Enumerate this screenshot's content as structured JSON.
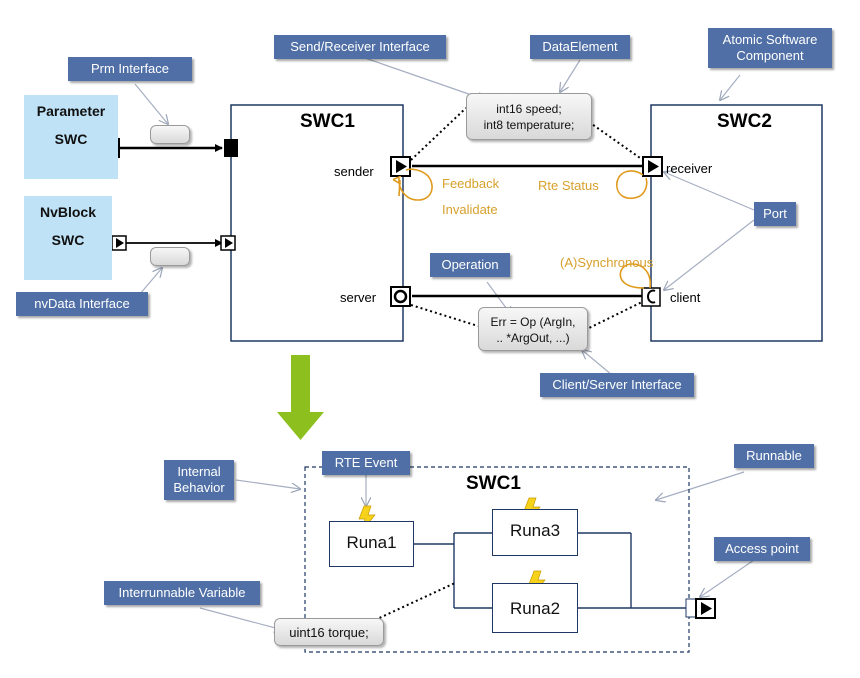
{
  "top": {
    "left_components": {
      "parameter": {
        "line1": "Parameter",
        "line2": "SWC"
      },
      "nvblock": {
        "line1": "NvBlock",
        "line2": "SWC"
      }
    },
    "labels": {
      "prm_interface": "Prm Interface",
      "nvdata_interface": "nvData Interface",
      "send_receiver_interface": "Send/Receiver Interface",
      "data_element": "DataElement",
      "atomic_software_component": "Atomic Software Component",
      "port": "Port",
      "operation": "Operation",
      "client_server_interface": "Client/Server Interface"
    },
    "swc1": {
      "title": "SWC1",
      "sender_label": "sender",
      "server_label": "server"
    },
    "swc2": {
      "title": "SWC2",
      "receiver_label": "receiver",
      "client_label": "client"
    },
    "data_element_box": {
      "line1": "int16 speed;",
      "line2": "int8 temperature;"
    },
    "operation_box": {
      "line1": "Err = Op (ArgIn,",
      "line2": ".. *ArgOut, ...)"
    },
    "orange_texts": {
      "feedback": "Feedback",
      "invalidate": "Invalidate",
      "rte_status": "Rte Status",
      "asynchronous": "(A)Synchronous"
    }
  },
  "bottom": {
    "title": "SWC1",
    "labels": {
      "internal_behavior": "Internal Behavior",
      "rte_event": "RTE Event",
      "runnable": "Runnable",
      "access_point": "Access point",
      "interrunnable_variable": "Interrunnable Variable"
    },
    "runnables": {
      "runa1": "Runa1",
      "runa2": "Runa2",
      "runa3": "Runa3"
    },
    "variable": "uint16 torque;"
  },
  "colors": {
    "label_blue": "#4f6fa6",
    "swc_light_blue": "#bfe2f6",
    "orange_text": "#d7a02c",
    "green_arrow": "#8dbf1e",
    "box_border": "#1f3864",
    "lightning": "#f6d21b"
  }
}
